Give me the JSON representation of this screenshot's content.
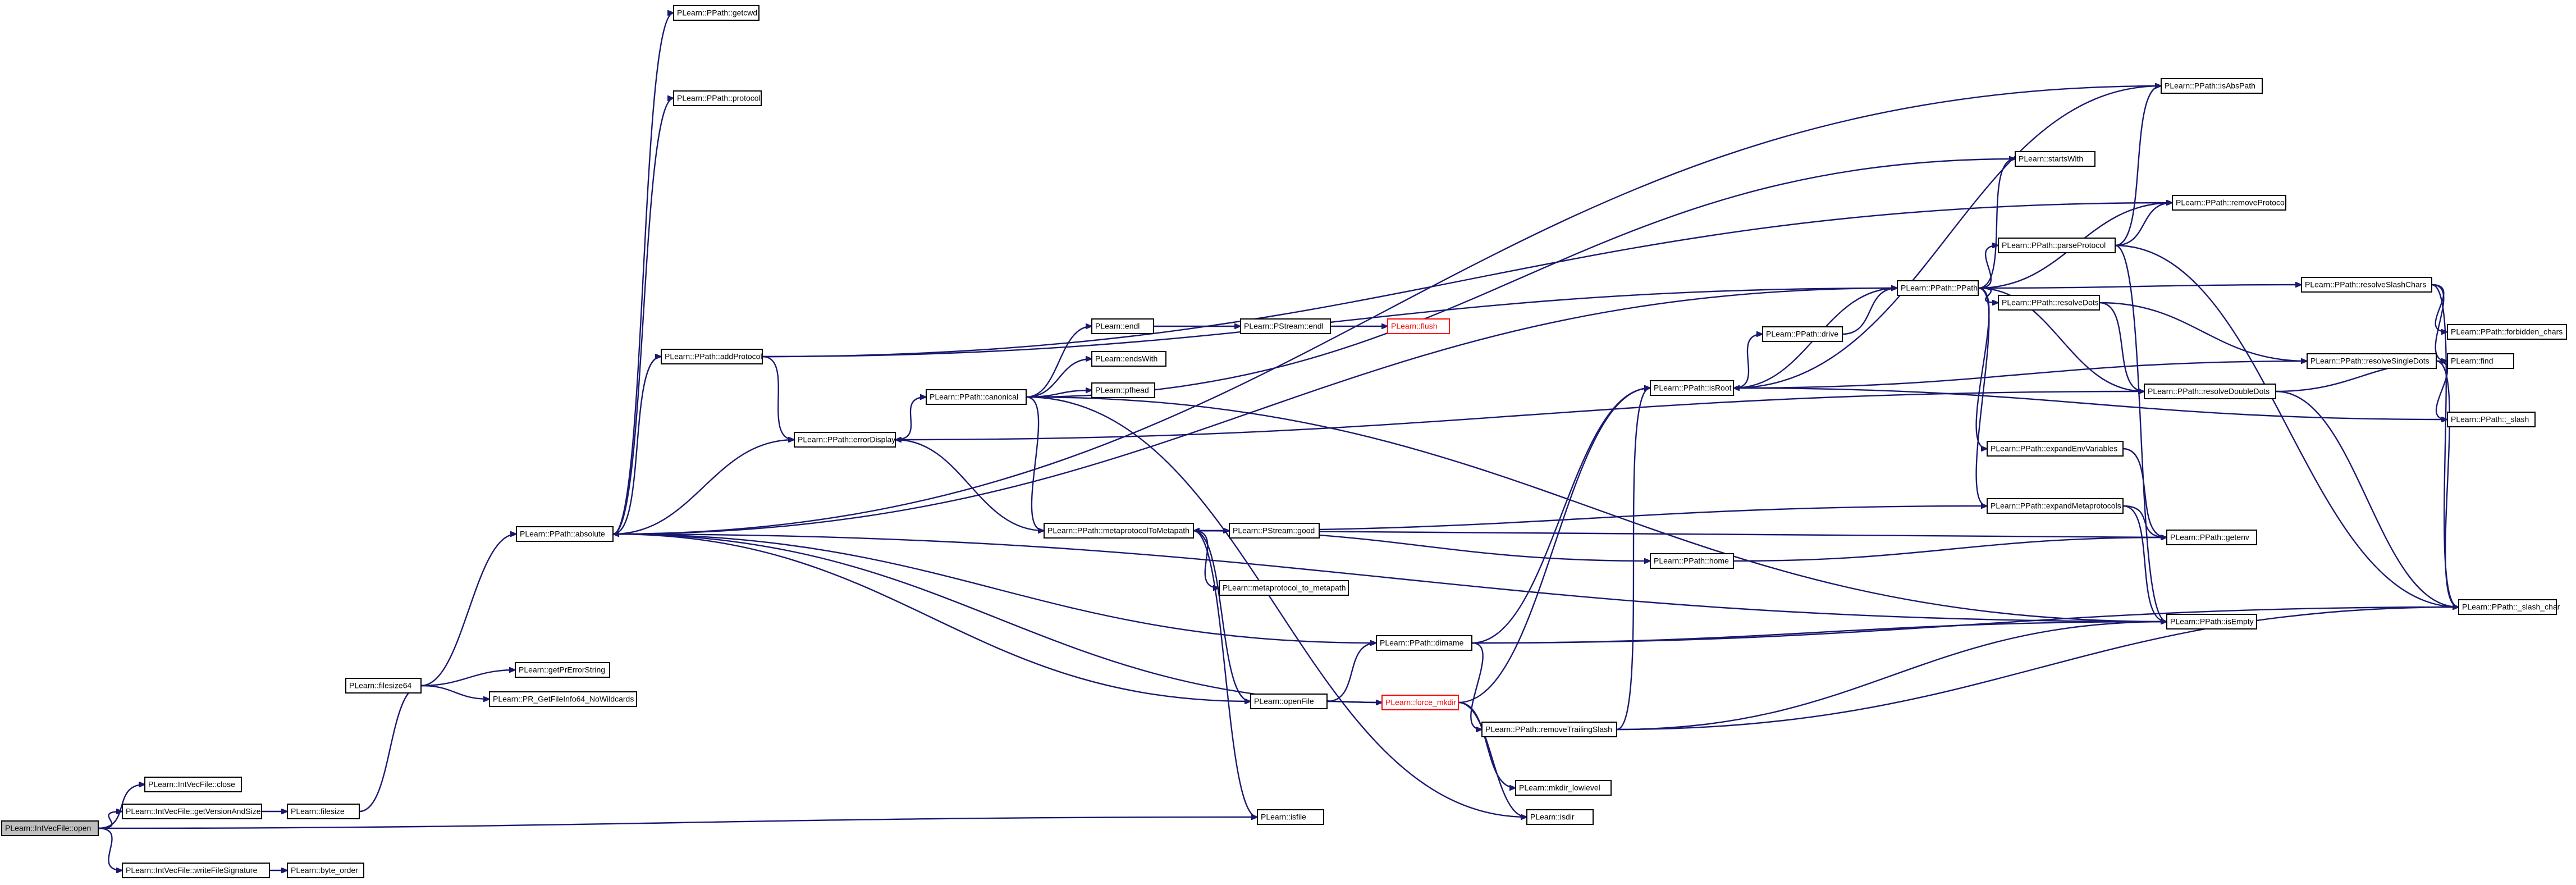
{
  "nodes": [
    {
      "id": "open",
      "label": "PLearn::IntVecFile::open",
      "kind": "root"
    },
    {
      "id": "close",
      "label": "PLearn::IntVecFile::close"
    },
    {
      "id": "getVer",
      "label": "PLearn::IntVecFile::getVersionAndSize"
    },
    {
      "id": "writeSig",
      "label": "PLearn::IntVecFile::writeFileSignature"
    },
    {
      "id": "byteorder",
      "label": "PLearn::byte_order"
    },
    {
      "id": "filesize",
      "label": "PLearn::filesize"
    },
    {
      "id": "filesize64",
      "label": "PLearn::filesize64"
    },
    {
      "id": "getPrErr",
      "label": "PLearn::getPrErrorString"
    },
    {
      "id": "prGetFile",
      "label": "PLearn::PR_GetFileInfo64_NoWildcards"
    },
    {
      "id": "absolute",
      "label": "PLearn::PPath::absolute"
    },
    {
      "id": "getcwd",
      "label": "PLearn::PPath::getcwd"
    },
    {
      "id": "protocol",
      "label": "PLearn::PPath::protocol"
    },
    {
      "id": "addProtocol",
      "label": "PLearn::PPath::addProtocol"
    },
    {
      "id": "errorDisplay",
      "label": "PLearn::PPath::errorDisplay"
    },
    {
      "id": "canonical",
      "label": "PLearn::PPath::canonical"
    },
    {
      "id": "endl",
      "label": "PLearn::endl"
    },
    {
      "id": "pstreamEndl",
      "label": "PLearn::PStream::endl"
    },
    {
      "id": "flush",
      "label": "PLearn::flush",
      "kind": "warn"
    },
    {
      "id": "endsWith",
      "label": "PLearn::endsWith"
    },
    {
      "id": "pfhead",
      "label": "PLearn::pfhead"
    },
    {
      "id": "metaprotocol",
      "label": "PLearn::PPath::metaprotocolToMetapath"
    },
    {
      "id": "good",
      "label": "PLearn::PStream::good"
    },
    {
      "id": "mptm",
      "label": "PLearn::metaprotocol_to_metapath"
    },
    {
      "id": "openFile",
      "label": "PLearn::openFile"
    },
    {
      "id": "isfile",
      "label": "PLearn::isfile"
    },
    {
      "id": "dirname",
      "label": "PLearn::PPath::dirname"
    },
    {
      "id": "forceMkdir",
      "label": "PLearn::force_mkdir",
      "kind": "warn"
    },
    {
      "id": "removeTrailing",
      "label": "PLearn::PPath::removeTrailingSlash"
    },
    {
      "id": "mkdirLowlevel",
      "label": "PLearn::mkdir_lowlevel"
    },
    {
      "id": "isdir",
      "label": "PLearn::isdir"
    },
    {
      "id": "home",
      "label": "PLearn::PPath::home"
    },
    {
      "id": "isRoot",
      "label": "PLearn::PPath::isRoot"
    },
    {
      "id": "drive",
      "label": "PLearn::PPath::drive"
    },
    {
      "id": "ppath",
      "label": "PLearn::PPath::PPath"
    },
    {
      "id": "startsWith",
      "label": "PLearn::startsWith"
    },
    {
      "id": "isAbsPath",
      "label": "PLearn::PPath::isAbsPath"
    },
    {
      "id": "removeProtocol",
      "label": "PLearn::PPath::removeProtocol"
    },
    {
      "id": "parseProtocol",
      "label": "PLearn::PPath::parseProtocol"
    },
    {
      "id": "resolveDots",
      "label": "PLearn::PPath::resolveDots"
    },
    {
      "id": "resolveSlash",
      "label": "PLearn::PPath::resolveSlashChars"
    },
    {
      "id": "forbidden",
      "label": "PLearn::PPath::forbidden_chars"
    },
    {
      "id": "resolveSingle",
      "label": "PLearn::PPath::resolveSingleDots"
    },
    {
      "id": "find",
      "label": "PLearn::find"
    },
    {
      "id": "resolveDouble",
      "label": "PLearn::PPath::resolveDoubleDots"
    },
    {
      "id": "slash",
      "label": "PLearn::PPath::_slash"
    },
    {
      "id": "expandEnv",
      "label": "PLearn::PPath::expandEnvVariables"
    },
    {
      "id": "expandMeta",
      "label": "PLearn::PPath::expandMetaprotocols"
    },
    {
      "id": "getenv",
      "label": "PLearn::PPath::getenv"
    },
    {
      "id": "isEmpty",
      "label": "PLearn::PPath::isEmpty"
    },
    {
      "id": "slashChar",
      "label": "PLearn::PPath::_slash_char"
    }
  ],
  "edges": [
    [
      "open",
      "close"
    ],
    [
      "open",
      "getVer"
    ],
    [
      "open",
      "writeSig"
    ],
    [
      "open",
      "isfile"
    ],
    [
      "writeSig",
      "byteorder"
    ],
    [
      "getVer",
      "filesize"
    ],
    [
      "filesize",
      "filesize64"
    ],
    [
      "filesize64",
      "absolute"
    ],
    [
      "filesize64",
      "getPrErr"
    ],
    [
      "filesize64",
      "prGetFile"
    ],
    [
      "absolute",
      "getcwd"
    ],
    [
      "absolute",
      "protocol"
    ],
    [
      "absolute",
      "addProtocol"
    ],
    [
      "absolute",
      "isAbsPath"
    ],
    [
      "absolute",
      "ppath"
    ],
    [
      "absolute",
      "errorDisplay"
    ],
    [
      "absolute",
      "isEmpty"
    ],
    [
      "addProtocol",
      "errorDisplay"
    ],
    [
      "addProtocol",
      "ppath"
    ],
    [
      "addProtocol",
      "removeProtocol"
    ],
    [
      "errorDisplay",
      "canonical"
    ],
    [
      "canonical",
      "endl"
    ],
    [
      "canonical",
      "endsWith"
    ],
    [
      "canonical",
      "pfhead"
    ],
    [
      "canonical",
      "metaprotocol"
    ],
    [
      "canonical",
      "startsWith"
    ],
    [
      "canonical",
      "isEmpty"
    ],
    [
      "canonical",
      "isdir"
    ],
    [
      "endl",
      "pstreamEndl"
    ],
    [
      "pstreamEndl",
      "flush"
    ],
    [
      "metaprotocol",
      "errorDisplay"
    ],
    [
      "metaprotocol",
      "good"
    ],
    [
      "metaprotocol",
      "mptm"
    ],
    [
      "metaprotocol",
      "openFile"
    ],
    [
      "metaprotocol",
      "getenv"
    ],
    [
      "metaprotocol",
      "isfile"
    ],
    [
      "metaprotocol",
      "home"
    ],
    [
      "openFile",
      "absolute"
    ],
    [
      "openFile",
      "dirname"
    ],
    [
      "openFile",
      "forceMkdir"
    ],
    [
      "dirname",
      "isRoot"
    ],
    [
      "dirname",
      "removeTrailing"
    ],
    [
      "dirname",
      "isEmpty"
    ],
    [
      "dirname",
      "slashChar"
    ],
    [
      "dirname",
      "absolute"
    ],
    [
      "forceMkdir",
      "mkdirLowlevel"
    ],
    [
      "forceMkdir",
      "isdir"
    ],
    [
      "forceMkdir",
      "isRoot"
    ],
    [
      "forceMkdir",
      "absolute"
    ],
    [
      "removeTrailing",
      "isRoot"
    ],
    [
      "removeTrailing",
      "isEmpty"
    ],
    [
      "removeTrailing",
      "slashChar"
    ],
    [
      "isRoot",
      "drive"
    ],
    [
      "isRoot",
      "ppath"
    ],
    [
      "isRoot",
      "isAbsPath"
    ],
    [
      "isRoot",
      "slash"
    ],
    [
      "drive",
      "ppath"
    ],
    [
      "home",
      "getenv"
    ],
    [
      "ppath",
      "startsWith"
    ],
    [
      "ppath",
      "removeProtocol"
    ],
    [
      "ppath",
      "parseProtocol"
    ],
    [
      "ppath",
      "resolveDots"
    ],
    [
      "ppath",
      "resolveSlash"
    ],
    [
      "ppath",
      "expandEnv"
    ],
    [
      "ppath",
      "expandMeta"
    ],
    [
      "ppath",
      "resolveDouble"
    ],
    [
      "parseProtocol",
      "isAbsPath"
    ],
    [
      "parseProtocol",
      "removeProtocol"
    ],
    [
      "parseProtocol",
      "isEmpty"
    ],
    [
      "parseProtocol",
      "slashChar"
    ],
    [
      "resolveDots",
      "resolveSingle"
    ],
    [
      "resolveDots",
      "resolveDouble"
    ],
    [
      "resolveSlash",
      "forbidden"
    ],
    [
      "resolveSlash",
      "find"
    ],
    [
      "resolveSlash",
      "slashChar"
    ],
    [
      "resolveSingle",
      "find"
    ],
    [
      "resolveSingle",
      "slash"
    ],
    [
      "resolveSingle",
      "slashChar"
    ],
    [
      "resolveSingle",
      "isRoot"
    ],
    [
      "resolveDouble",
      "find"
    ],
    [
      "resolveDouble",
      "slashChar"
    ],
    [
      "resolveDouble",
      "errorDisplay"
    ],
    [
      "expandEnv",
      "getenv"
    ],
    [
      "expandMeta",
      "metaprotocol"
    ],
    [
      "expandMeta",
      "getenv"
    ],
    [
      "expandMeta",
      "isEmpty"
    ]
  ]
}
